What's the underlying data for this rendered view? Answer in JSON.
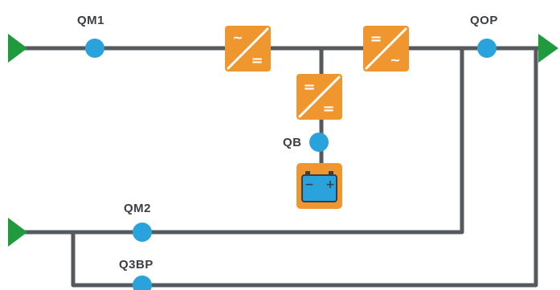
{
  "breakers": {
    "qm1": "QM1",
    "qop": "QOP",
    "qb": "QB",
    "qm2": "QM2",
    "q3bp": "Q3BP"
  },
  "converters": {
    "rectifier": {
      "top": "~",
      "bottom": "="
    },
    "inverter": {
      "top": "=",
      "bottom": "~"
    },
    "chopper": {
      "top": "=",
      "bottom": "="
    }
  },
  "battery": {
    "minus": "−",
    "plus": "+"
  },
  "colors": {
    "line": "#555a5e",
    "breaker": "#2aa3dc",
    "converter": "#f0962e",
    "arrow": "#1f9a3c",
    "battery_body": "#2aa3dc"
  },
  "icons": {
    "input_main": "triangle-right-arrow",
    "input_bypass": "triangle-right-arrow",
    "output": "triangle-right-arrow",
    "battery": "battery-icon"
  }
}
